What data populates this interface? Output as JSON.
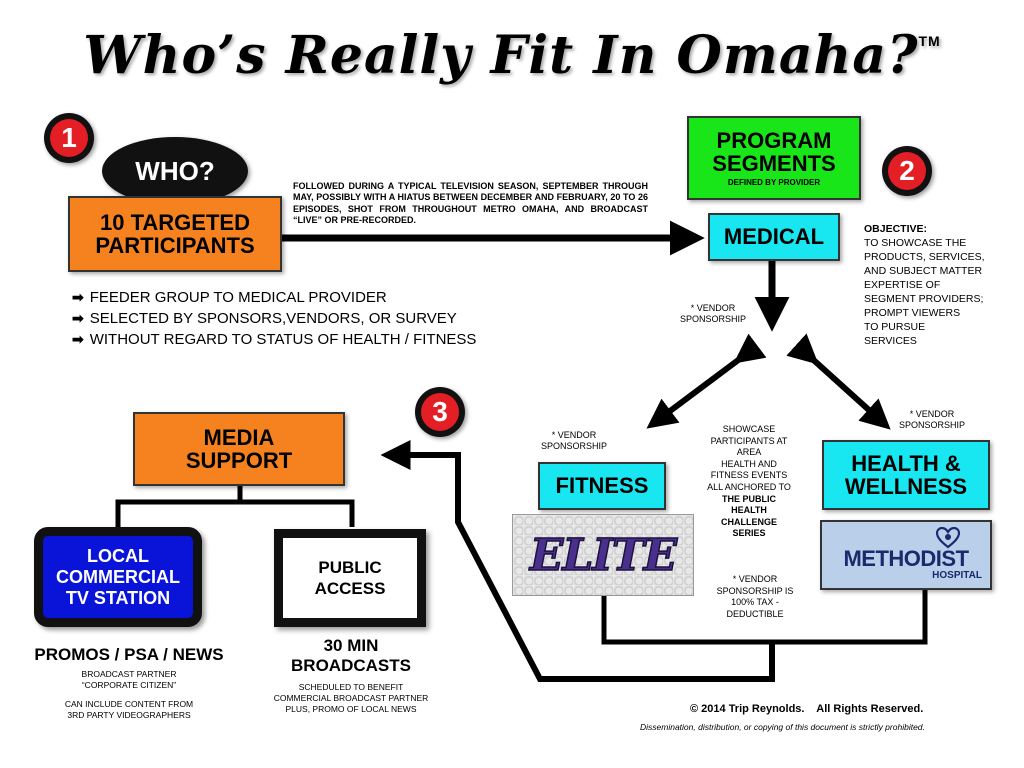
{
  "title": "Who’s Really Fit In Omaha?",
  "trademark": "TM",
  "badges": {
    "one": "1",
    "two": "2",
    "three": "3"
  },
  "who_label": "WHO?",
  "participants": {
    "line1": "10 TARGETED",
    "line2": "PARTICIPANTS"
  },
  "season_note": "FOLLOWED DURING A TYPICAL TELEVISION SEASON, SEPTEMBER THROUGH MAY, POSSIBLY WITH A HIATUS BETWEEN DECEMBER AND FEBRUARY,  20 TO 26 EPISODES, SHOT FROM THROUGHOUT METRO OMAHA, AND BROADCAST “LIVE” OR PRE-RECORDED.",
  "bullets": [
    "FEEDER GROUP TO MEDICAL PROVIDER",
    "SELECTED BY SPONSORS,VENDORS, OR SURVEY",
    "WITHOUT REGARD TO STATUS OF HEALTH / FITNESS"
  ],
  "program_segments": {
    "line1": "PROGRAM",
    "line2": "SEGMENTS",
    "sub": "DEFINED BY PROVIDER"
  },
  "medical": "MEDICAL",
  "objective": {
    "heading": "OBJECTIVE:",
    "lines": [
      "TO SHOWCASE THE",
      "PRODUCTS, SERVICES,",
      "AND SUBJECT MATTER",
      "EXPERTISE OF",
      "SEGMENT PROVIDERS;",
      "PROMPT VIEWERS",
      "TO PURSUE",
      "SERVICES"
    ]
  },
  "vendor_sponsorship": {
    "line1": "* VENDOR",
    "line2": "SPONSORSHIP"
  },
  "fitness": "FITNESS",
  "health_wellness": {
    "line1": "HEALTH &",
    "line2": "WELLNESS"
  },
  "showcase": {
    "lines": [
      "SHOWCASE",
      "PARTICIPANTS AT",
      "AREA",
      "HEALTH AND",
      "FITNESS EVENTS",
      "ALL ANCHORED TO"
    ],
    "bold_lines": [
      "THE PUBLIC",
      "HEALTH",
      "CHALLENGE",
      "SERIES"
    ]
  },
  "tax_note": [
    "* VENDOR",
    "SPONSORSHIP IS",
    "100% TAX -",
    "DEDUCTIBLE"
  ],
  "elite_logo": "ELITE",
  "methodist_logo": {
    "name": "METHODIST",
    "sub": "HOSPITAL"
  },
  "media_support": {
    "line1": "MEDIA",
    "line2": "SUPPORT"
  },
  "local_tv": {
    "line1": "LOCAL",
    "line2": "COMMERCIAL",
    "line3": "TV STATION"
  },
  "public_access": {
    "line1": "PUBLIC",
    "line2": "ACCESS"
  },
  "promos": {
    "heading": "PROMOS / PSA / NEWS",
    "lines": [
      "BROADCAST PARTNER",
      "“CORPORATE CITIZEN”"
    ],
    "lines2": [
      "CAN INCLUDE CONTENT FROM",
      "3RD PARTY VIDEOGRAPHERS"
    ]
  },
  "broadcasts": {
    "line1": "30 MIN",
    "line2": "BROADCASTS",
    "lines": [
      "SCHEDULED TO BENEFIT",
      "COMMERCIAL BROADCAST PARTNER",
      "PLUS, PROMO OF LOCAL NEWS"
    ]
  },
  "copyright": "© 2014 Trip Reynolds.    All Rights Reserved.",
  "disclaimer": "Dissemination, distribution, or copying of this document is strictly prohibited.",
  "colors": {
    "orange": "#f5821f",
    "green": "#19e619",
    "cyan": "#18e6f0",
    "blue": "#0a14d8",
    "red": "#e31e24",
    "methodist_bg": "#b9cfea",
    "elite_purple": "#4a2f8c"
  }
}
